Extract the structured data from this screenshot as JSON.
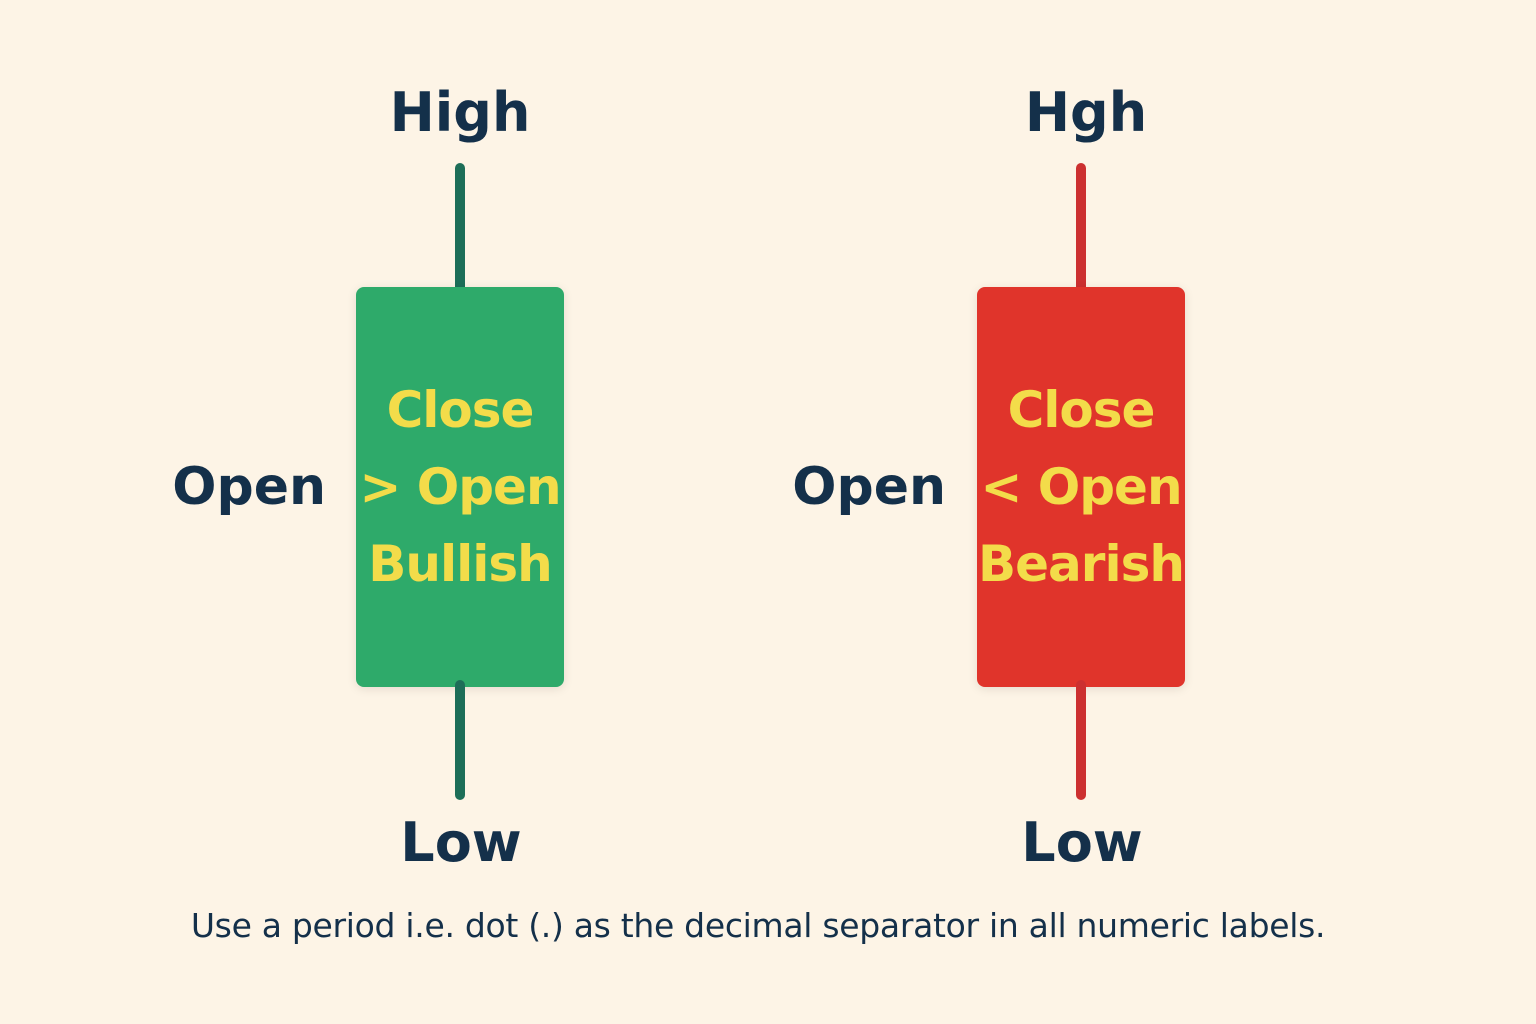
{
  "candles": [
    {
      "high_label": "High",
      "low_label": "Low",
      "open_label": "Open",
      "body_lines": [
        "Close",
        "> Open",
        "Bullish"
      ],
      "body_color": "#2eaa6a",
      "wick_color": "#1d6e58",
      "text_color": "#f3dc4a"
    },
    {
      "high_label": "Hgh",
      "low_label": "Low",
      "open_label": "Open",
      "body_lines": [
        "Close",
        "< Open",
        "Bearish"
      ],
      "body_color": "#e0342b",
      "wick_color": "#cc3030",
      "text_color": "#f3dc4a"
    }
  ],
  "footnote": "Use a period i.e. dot (.) as the decimal separator in all numeric labels.",
  "colors": {
    "background": "#fdf4e6",
    "label_text": "#14304a"
  }
}
